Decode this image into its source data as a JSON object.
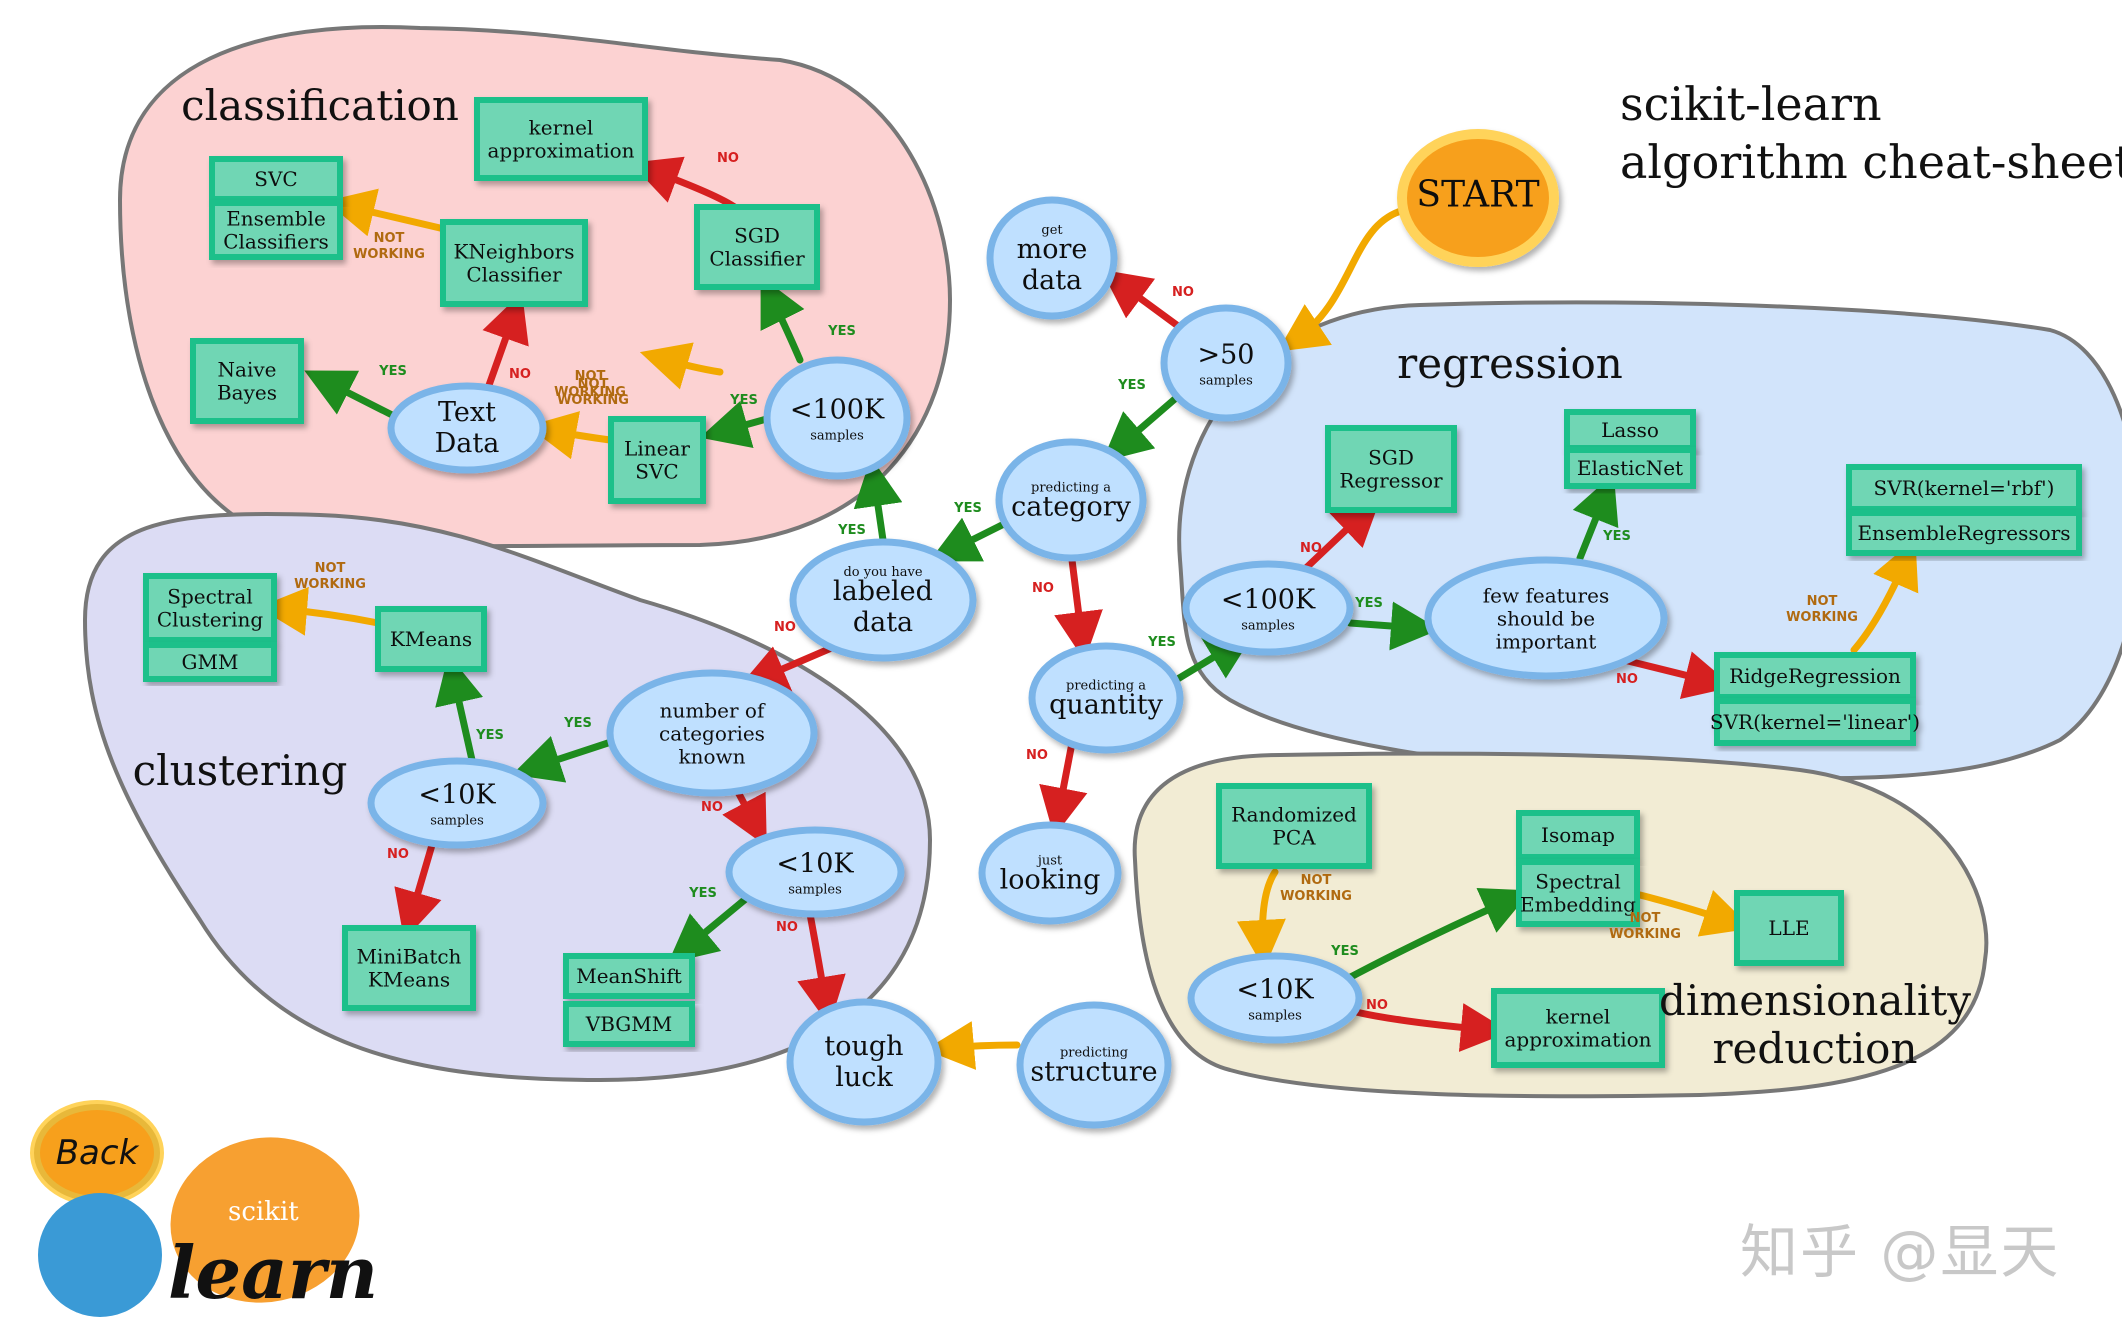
{
  "title": [
    "scikit-learn",
    "algorithm cheat-sheet"
  ],
  "colors": {
    "yes": "#1e8c1e",
    "no": "#d62020",
    "not_working": "#f2a900",
    "node_fill": "#bfe0ff",
    "node_stroke": "#7ab4e8",
    "box_fill": "#6fd6b4",
    "box_stroke": "#1cc08a"
  },
  "areas": [
    {
      "id": "classification",
      "label": "classification",
      "color": "#fcd2d2"
    },
    {
      "id": "clustering",
      "label": "clustering",
      "color": "#dcdcf4"
    },
    {
      "id": "regression",
      "label": "regression",
      "color": "#d2e4fb"
    },
    {
      "id": "dimred",
      "label": [
        "dimensionality",
        "reduction"
      ],
      "color": "#f2ecd4"
    }
  ],
  "nodes": [
    {
      "id": "start",
      "lines": [
        "START"
      ]
    },
    {
      "id": "gt50",
      "lines": [
        ">50"
      ],
      "small": [
        "samples"
      ]
    },
    {
      "id": "moredata",
      "lines": [
        "more",
        "data"
      ],
      "small_top": [
        "get"
      ]
    },
    {
      "id": "category",
      "lines": [
        "category"
      ],
      "small_top": [
        "predicting a"
      ]
    },
    {
      "id": "labeled",
      "lines": [
        "labeled",
        "data"
      ],
      "small_top": [
        "do you have"
      ]
    },
    {
      "id": "c100k",
      "lines": [
        "<100K"
      ],
      "small": [
        "samples"
      ]
    },
    {
      "id": "textdata",
      "lines": [
        "Text",
        "Data"
      ]
    },
    {
      "id": "numcat",
      "lines": [
        "number of",
        "categories",
        "known"
      ]
    },
    {
      "id": "cl10ka",
      "lines": [
        "<10K"
      ],
      "small": [
        "samples"
      ]
    },
    {
      "id": "cl10kb",
      "lines": [
        "<10K"
      ],
      "small": [
        "samples"
      ]
    },
    {
      "id": "quantity",
      "lines": [
        "quantity"
      ],
      "small_top": [
        "predicting a"
      ]
    },
    {
      "id": "r100k",
      "lines": [
        "<100K"
      ],
      "small": [
        "samples"
      ]
    },
    {
      "id": "fewfeat",
      "lines": [
        "few features",
        "should be",
        "important"
      ]
    },
    {
      "id": "looking",
      "lines": [
        "looking"
      ],
      "small_top": [
        "just"
      ]
    },
    {
      "id": "structure",
      "lines": [
        "structure"
      ],
      "small_top": [
        "predicting"
      ]
    },
    {
      "id": "tough",
      "lines": [
        "tough",
        "luck"
      ]
    },
    {
      "id": "d10k",
      "lines": [
        "<10K"
      ],
      "small": [
        "samples"
      ]
    }
  ],
  "boxes": [
    {
      "id": "kernel_c",
      "lines": [
        "kernel",
        "approximation"
      ]
    },
    {
      "id": "svc",
      "lines": [
        "SVC"
      ]
    },
    {
      "id": "ensemble_c",
      "lines": [
        "Ensemble",
        "Classifiers"
      ]
    },
    {
      "id": "kneighbors",
      "lines": [
        "KNeighbors",
        "Classifier"
      ]
    },
    {
      "id": "sgd_c",
      "lines": [
        "SGD",
        "Classifier"
      ]
    },
    {
      "id": "naive",
      "lines": [
        "Naive",
        "Bayes"
      ]
    },
    {
      "id": "linsvc",
      "lines": [
        "Linear",
        "SVC"
      ]
    },
    {
      "id": "spectral",
      "lines": [
        "Spectral",
        "Clustering"
      ]
    },
    {
      "id": "gmm",
      "lines": [
        "GMM"
      ]
    },
    {
      "id": "kmeans",
      "lines": [
        "KMeans"
      ]
    },
    {
      "id": "minibatch",
      "lines": [
        "MiniBatch",
        "KMeans"
      ]
    },
    {
      "id": "meanshift",
      "lines": [
        "MeanShift"
      ]
    },
    {
      "id": "vbgmm",
      "lines": [
        "VBGMM"
      ]
    },
    {
      "id": "sgd_r",
      "lines": [
        "SGD",
        "Regressor"
      ]
    },
    {
      "id": "lasso",
      "lines": [
        "Lasso"
      ]
    },
    {
      "id": "elasticnet",
      "lines": [
        "ElasticNet"
      ]
    },
    {
      "id": "svr_rbf",
      "lines": [
        "SVR(kernel='rbf')"
      ]
    },
    {
      "id": "ensemble_r",
      "lines": [
        "EnsembleRegressors"
      ]
    },
    {
      "id": "ridge",
      "lines": [
        "RidgeRegression"
      ]
    },
    {
      "id": "svr_lin",
      "lines": [
        "SVR(kernel='linear')"
      ]
    },
    {
      "id": "rpca",
      "lines": [
        "Randomized",
        "PCA"
      ]
    },
    {
      "id": "isomap",
      "lines": [
        "Isomap"
      ]
    },
    {
      "id": "spectral_e",
      "lines": [
        "Spectral",
        "Embedding"
      ]
    },
    {
      "id": "lle",
      "lines": [
        "LLE"
      ]
    },
    {
      "id": "kernel_d",
      "lines": [
        "kernel",
        "approximation"
      ]
    }
  ],
  "edges": [
    {
      "id": "e1",
      "type": "plain",
      "label": []
    },
    {
      "id": "e2",
      "type": "no",
      "label": [
        "NO"
      ]
    },
    {
      "id": "e3",
      "type": "yes",
      "label": [
        "YES"
      ]
    },
    {
      "id": "e4",
      "type": "yes",
      "label": [
        "YES"
      ]
    },
    {
      "id": "e5",
      "type": "no",
      "label": [
        "NO"
      ]
    },
    {
      "id": "e6",
      "type": "yes",
      "label": [
        "YES"
      ]
    },
    {
      "id": "e7",
      "type": "no",
      "label": [
        "NO"
      ]
    },
    {
      "id": "e8",
      "type": "yes",
      "label": [
        "YES"
      ]
    },
    {
      "id": "e9",
      "type": "notworking",
      "label": [
        "NOT",
        "WORKING"
      ]
    },
    {
      "id": "e10",
      "type": "yes",
      "label": [
        "YES"
      ]
    },
    {
      "id": "e11",
      "type": "no",
      "label": [
        "NO"
      ]
    },
    {
      "id": "e12",
      "type": "notworking",
      "label": [
        "NOT",
        "WORKING"
      ]
    },
    {
      "id": "e13",
      "type": "notworking",
      "label": [
        "NOT",
        "WORKING"
      ]
    },
    {
      "id": "e14",
      "type": "yes",
      "label": [
        "YES"
      ]
    },
    {
      "id": "e15",
      "type": "no",
      "label": [
        "NO"
      ]
    },
    {
      "id": "e16",
      "type": "yes",
      "label": [
        "YES"
      ]
    },
    {
      "id": "e17",
      "type": "notworking",
      "label": [
        "NOT",
        "WORKING"
      ]
    },
    {
      "id": "e18",
      "type": "no",
      "label": [
        "NO"
      ]
    },
    {
      "id": "e19",
      "type": "yes",
      "label": [
        "YES"
      ]
    },
    {
      "id": "e20",
      "type": "no",
      "label": [
        "NO"
      ]
    },
    {
      "id": "e21",
      "type": "yes",
      "label": [
        "YES"
      ]
    },
    {
      "id": "e22",
      "type": "no",
      "label": [
        "NO"
      ]
    },
    {
      "id": "e23",
      "type": "yes",
      "label": [
        "YES"
      ]
    },
    {
      "id": "e24",
      "type": "no",
      "label": [
        "NO"
      ]
    },
    {
      "id": "e25",
      "type": "yes",
      "label": [
        "YES"
      ]
    },
    {
      "id": "e26",
      "type": "no",
      "label": [
        "NO"
      ]
    },
    {
      "id": "e27",
      "type": "notworking",
      "label": [
        "NOT",
        "WORKING"
      ]
    },
    {
      "id": "e28",
      "type": "no",
      "label": [
        "NO"
      ]
    },
    {
      "id": "e29",
      "type": "yes",
      "label": [
        "YES"
      ]
    },
    {
      "id": "e30",
      "type": "notworking",
      "label": [
        "NOT",
        "WORKING"
      ]
    },
    {
      "id": "e31",
      "type": "yes",
      "label": [
        "YES"
      ]
    },
    {
      "id": "e32",
      "type": "notworking",
      "label": [
        "NOT",
        "WORKING"
      ]
    },
    {
      "id": "e33",
      "type": "no",
      "label": [
        "NO"
      ]
    },
    {
      "id": "e34",
      "type": "notworking",
      "label": []
    }
  ],
  "back_button": "Back",
  "logo": {
    "small": "scikit",
    "big": "learn"
  },
  "watermark": "知乎 @显天"
}
